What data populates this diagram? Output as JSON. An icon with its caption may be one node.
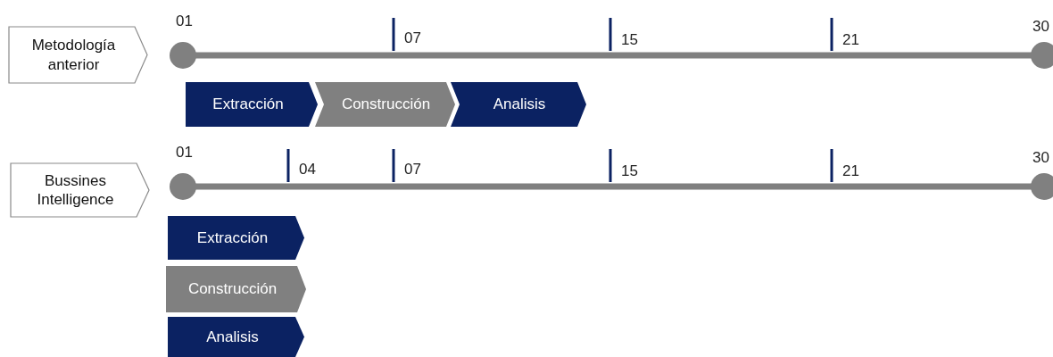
{
  "diagram": {
    "nodes": [
      {
        "text": [
          "Metodología anterior"
        ]
      },
      {
        "text": [
          "Extracción"
        ]
      },
      {
        "text": [
          "Construcción"
        ]
      },
      {
        "text": [
          "Analisis"
        ]
      },
      {
        "text": [
          "Bussines Intelligence"
        ]
      },
      {
        "text": [
          "Extracción"
        ]
      },
      {
        "text": [
          "Construcción"
        ]
      },
      {
        "text": [
          "Analisis"
        ]
      }
    ],
    "labels": [
      "01",
      "07",
      "15",
      "21",
      "30",
      "01",
      "04",
      "07",
      "15",
      "21",
      "30"
    ]
  }
}
